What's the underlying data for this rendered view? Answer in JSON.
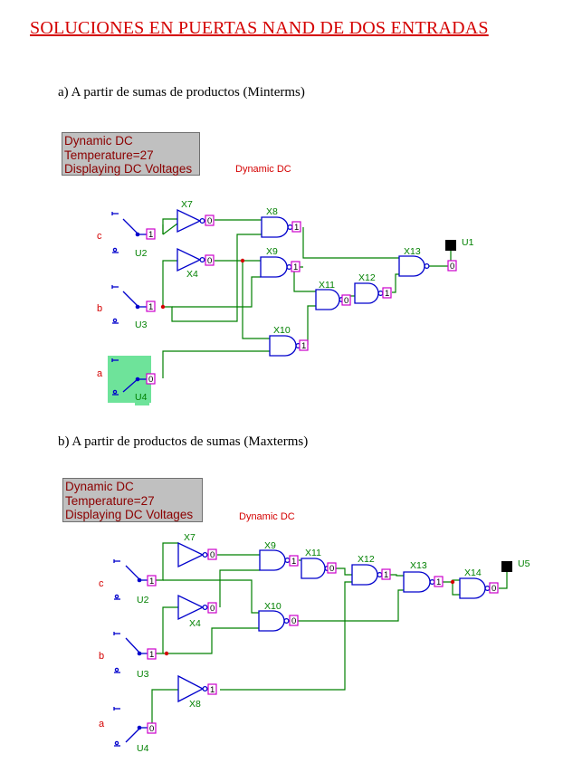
{
  "document": {
    "title": "SOLUCIONES EN PUERTAS NAND DE DOS ENTRADAS",
    "section_a": "a)   A partir de sumas de productos (Minterms)",
    "section_b": "b) A partir de productos de sumas (Maxterms)"
  },
  "circuit_a": {
    "status_box": [
      "Dynamic DC",
      "Temperature=27",
      "Displaying DC Voltages"
    ],
    "mode_label": "Dynamic DC",
    "inputs": [
      {
        "name": "c",
        "switch": "U2",
        "value": "1"
      },
      {
        "name": "b",
        "switch": "U3",
        "value": "1"
      },
      {
        "name": "a",
        "switch": "U4",
        "value": "0"
      }
    ],
    "gates": [
      {
        "name": "X7",
        "type": "NOT",
        "output": "0"
      },
      {
        "name": "X4",
        "type": "NOT",
        "output": "0"
      },
      {
        "name": "X8",
        "type": "NAND",
        "output": "1"
      },
      {
        "name": "X9",
        "type": "NAND",
        "output": "1"
      },
      {
        "name": "X10",
        "type": "NAND",
        "output": "1"
      },
      {
        "name": "X11",
        "type": "NAND",
        "output": "0"
      },
      {
        "name": "X12",
        "type": "NAND",
        "output": "1"
      },
      {
        "name": "X13",
        "type": "NAND",
        "output": "0"
      }
    ],
    "output": {
      "name": "U1",
      "value": "0"
    }
  },
  "circuit_b": {
    "status_box": [
      "Dynamic DC",
      "Temperature=27",
      "Displaying DC Voltages"
    ],
    "mode_label": "Dynamic DC",
    "inputs": [
      {
        "name": "c",
        "switch": "U2",
        "value": "1"
      },
      {
        "name": "b",
        "switch": "U3",
        "value": "1"
      },
      {
        "name": "a",
        "switch": "U4",
        "value": "0"
      }
    ],
    "gates": [
      {
        "name": "X7",
        "type": "NOT",
        "output": "0"
      },
      {
        "name": "X4",
        "type": "NOT",
        "output": "0"
      },
      {
        "name": "X8",
        "type": "NOT",
        "output": "1"
      },
      {
        "name": "X9",
        "type": "NAND",
        "output": "1"
      },
      {
        "name": "X10",
        "type": "NAND",
        "output": "0"
      },
      {
        "name": "X11",
        "type": "NAND",
        "output": "0"
      },
      {
        "name": "X12",
        "type": "NAND",
        "output": "1"
      },
      {
        "name": "X13",
        "type": "NAND",
        "output": "1"
      },
      {
        "name": "X14",
        "type": "NAND",
        "output": "0"
      }
    ],
    "output": {
      "name": "U5",
      "value": "0"
    }
  },
  "colors": {
    "title": "#d40000",
    "wire": "#008000",
    "gate": "#0000cc",
    "probe": "#cc00cc",
    "input_label": "#d40000",
    "highlight": "#6ee39a"
  }
}
